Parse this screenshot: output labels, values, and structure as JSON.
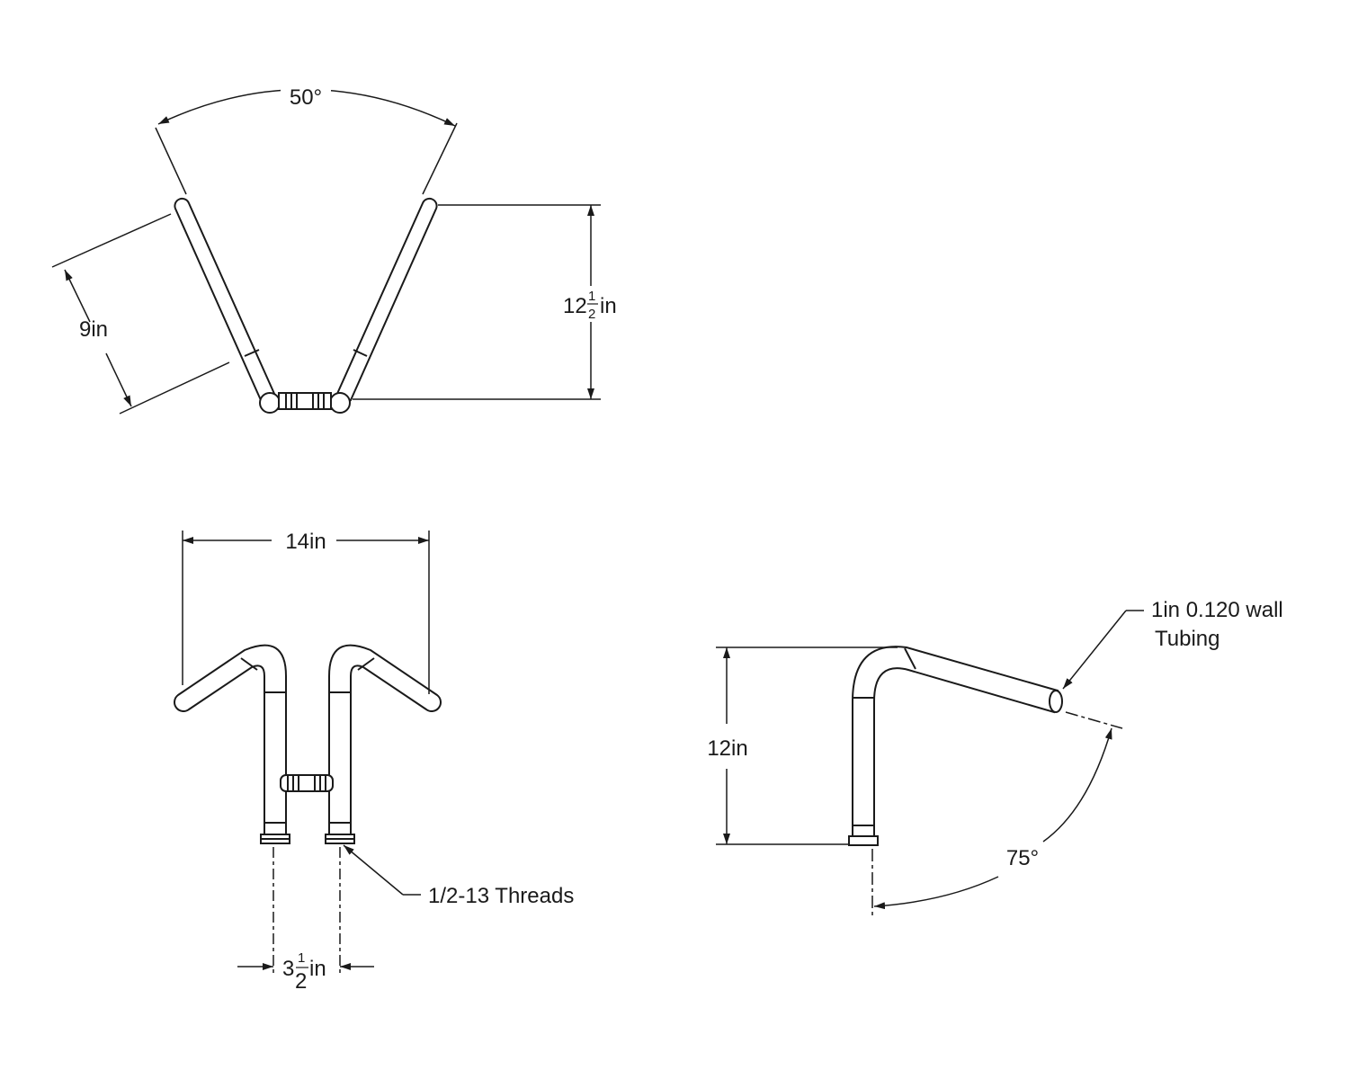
{
  "top_view": {
    "angle": "50°",
    "length": "9in",
    "height_whole": "12",
    "height_num": "1",
    "height_den": "2",
    "height_unit": "in"
  },
  "front_view": {
    "width": "14in",
    "threads": "1/2-13 Threads",
    "spacing_whole": "3",
    "spacing_num": "1",
    "spacing_den": "2",
    "spacing_unit": "in"
  },
  "side_view": {
    "rise": "12in",
    "pullback_angle": "75°",
    "tubing_line1": "1in 0.120 wall",
    "tubing_line2": "Tubing"
  },
  "colors": {
    "line": "#1a1a1a",
    "background": "#ffffff"
  }
}
